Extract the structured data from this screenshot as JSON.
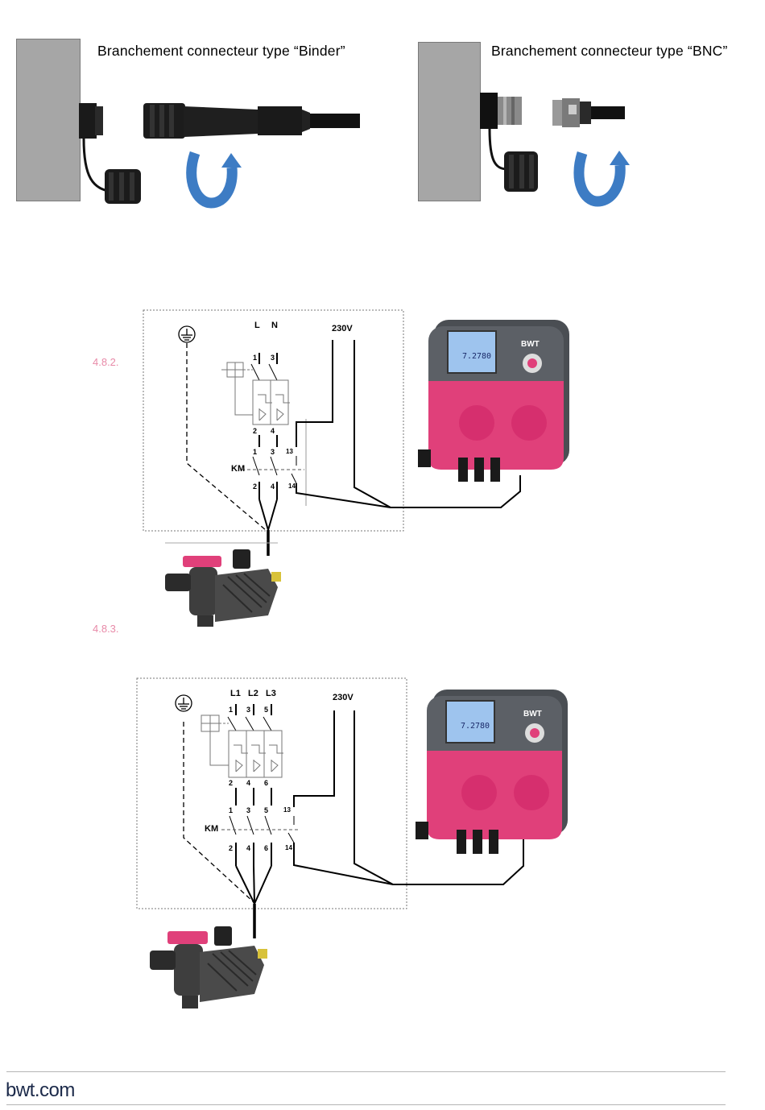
{
  "connectors": {
    "binder_caption": "Branchement  connecteur type “Binder”",
    "bnc_caption": "Branchement  connecteur type “BNC”"
  },
  "sections": {
    "s482": "4.8.2.",
    "s483": "4.8.3."
  },
  "diagram1": {
    "phase_labels": [
      "L",
      "N"
    ],
    "top_terminals": [
      "1",
      "3"
    ],
    "breaker_bottom": [
      "2",
      "4"
    ],
    "contactor_top": [
      "1",
      "3",
      "13"
    ],
    "contactor_bottom": [
      "2",
      "4",
      "14"
    ],
    "contactor_label": "KM",
    "voltage": "230V"
  },
  "diagram2": {
    "phase_labels": [
      "L1",
      "L2",
      "L3"
    ],
    "top_terminals": [
      "1",
      "3",
      "5"
    ],
    "breaker_bottom": [
      "2",
      "4",
      "6"
    ],
    "contactor_top": [
      "1",
      "3",
      "5",
      "13"
    ],
    "contactor_bottom": [
      "2",
      "4",
      "6",
      "14"
    ],
    "contactor_label": "KM",
    "voltage": "230V"
  },
  "device": {
    "brand": "BWT",
    "reading1": "7.2",
    "reading2": "780"
  },
  "footer": {
    "site": "bwt.com"
  },
  "colors": {
    "accent_pink": "#e0407a",
    "arrow_blue": "#3d7cc4",
    "section_pink": "#e88aa8"
  }
}
